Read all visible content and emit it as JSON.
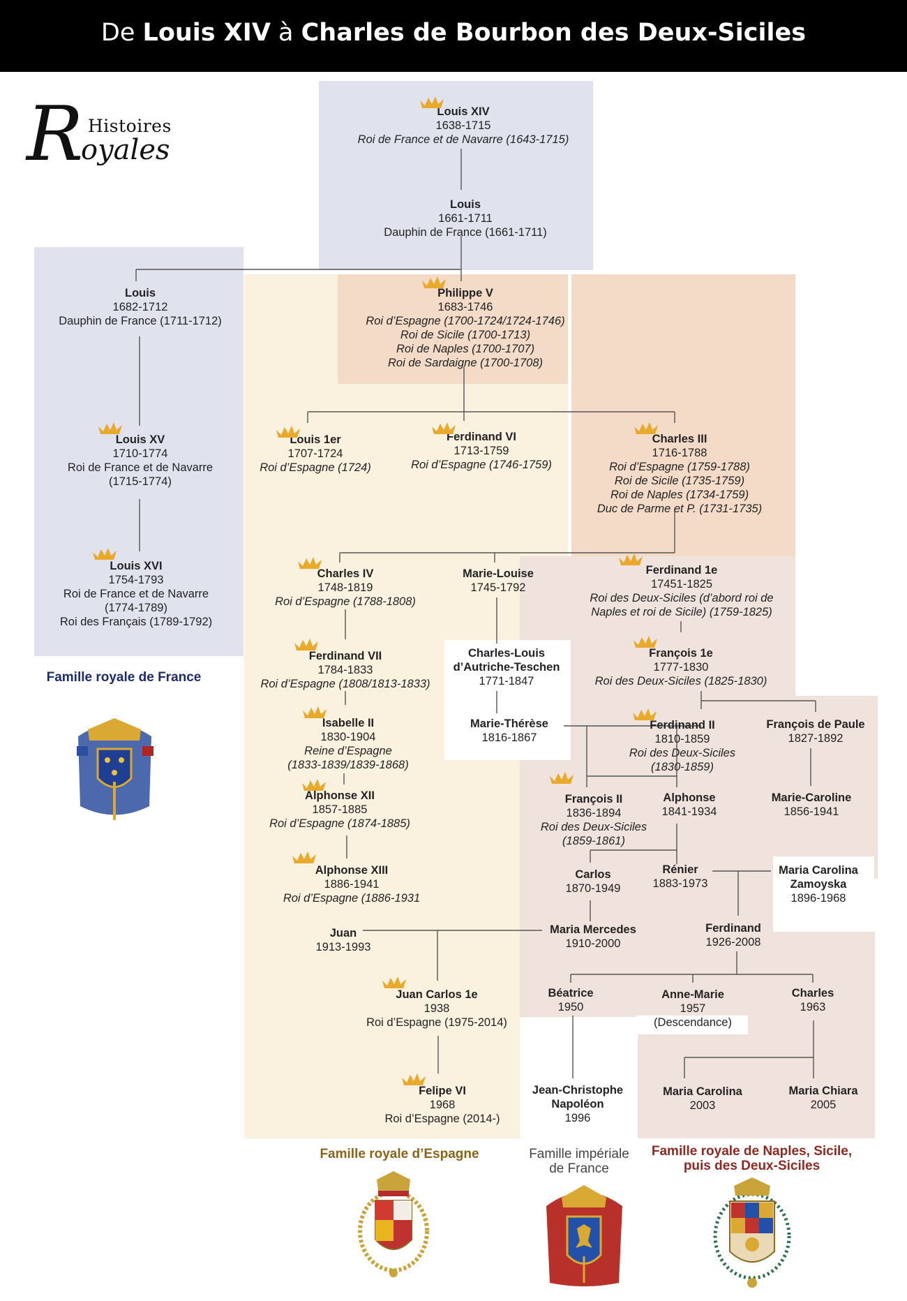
{
  "title": {
    "prefix": "De ",
    "first": "Louis XIV",
    "middle": " à ",
    "second": "Charles de Bourbon des Deux-Siciles"
  },
  "logo": {
    "initial": "R",
    "word1": "Histoires",
    "word2": "oyales"
  },
  "colors": {
    "france": "#e0e2ee",
    "spain": "#faf1df",
    "spain_crown": "#f3dbc8",
    "naples": "#f0e2dd",
    "crown": "#e9a92c",
    "line": "#555555"
  },
  "families": {
    "france": "Famille royale de France",
    "spain": "Famille royale d’Espagne",
    "imperial_1": "Famille impériale",
    "imperial_2": "de France",
    "naples_1": "Famille royale de Naples, Sicile,",
    "naples_2": "puis des Deux-Siciles"
  },
  "people": {
    "louis14": {
      "name": "Louis XIV",
      "dates": "1638-1715",
      "t1": "Roi de France et de Navarre (1643-1715)"
    },
    "louis_dauphin": {
      "name": "Louis",
      "dates": "1661-1711",
      "t1": "Dauphin de France (1661-1711)"
    },
    "louis_1682": {
      "name": "Louis",
      "dates": "1682-1712",
      "t1": "Dauphin de France (1711-1712)"
    },
    "louis15": {
      "name": "Louis XV",
      "dates": "1710-1774",
      "t1": "Roi de France et de Navarre",
      "t2": "(1715-1774)"
    },
    "louis16": {
      "name": "Louis XVI",
      "dates": "1754-1793",
      "t1": "Roi de France et de Navarre",
      "t2": "(1774-1789)",
      "t3": "Roi des Français (1789-1792)"
    },
    "philippe5": {
      "name": "Philippe V",
      "dates": "1683-1746",
      "t1": "Roi d’Espagne (1700-1724/1724-1746)",
      "t2": "Roi de Sicile (1700-1713)",
      "t3": "Roi de Naples (1700-1707)",
      "t4": "Roi de Sardaigne (1700-1708)"
    },
    "louis1er": {
      "name": "Louis 1er",
      "dates": "1707-1724",
      "t1": "Roi d’Espagne (1724)"
    },
    "ferdinand6": {
      "name": "Ferdinand VI",
      "dates": "1713-1759",
      "t1": "Roi d’Espagne (1746-1759)"
    },
    "charles3": {
      "name": "Charles III",
      "dates": "1716-1788",
      "t1": "Roi d’Espagne (1759-1788)",
      "t2": "Roi de Sicile (1735-1759)",
      "t3": "Roi de Naples (1734-1759)",
      "t4": "Duc de Parme et P. (1731-1735)"
    },
    "charles4": {
      "name": "Charles IV",
      "dates": "1748-1819",
      "t1": "Roi d’Espagne (1788-1808)"
    },
    "marie_louise": {
      "name": "Marie-Louise",
      "dates": "1745-1792"
    },
    "ferdinand1e": {
      "name": "Ferdinand 1e",
      "dates": "17451-1825",
      "t1": "Roi des Deux-Siciles (d’abord roi de",
      "t2": "Naples et roi de Sicile) (1759-1825)"
    },
    "ferdinand7": {
      "name": "Ferdinand VII",
      "dates": "1784-1833",
      "t1": "Roi d’Espagne (1808/1813-1833)"
    },
    "charles_louis": {
      "name": "Charles-Louis",
      "name2": "d’Autriche-Teschen",
      "dates": "1771-1847"
    },
    "francois1e": {
      "name": "François 1e",
      "dates": "1777-1830",
      "t1": "Roi des Deux-Siciles (1825-1830)"
    },
    "isabelle2": {
      "name": "Isabelle II",
      "dates": "1830-1904",
      "t1": "Reine d’Espagne",
      "t2": "(1833-1839/1839-1868)"
    },
    "marie_therese": {
      "name": "Marie-Thérèse",
      "dates": "1816-1867"
    },
    "ferdinand2": {
      "name": "Ferdinand II",
      "dates": "1810-1859",
      "t1": "Roi des Deux-Siciles",
      "t2": "(1830-1859)"
    },
    "francois_paule": {
      "name": "François de Paule",
      "dates": "1827-1892"
    },
    "alphonse12": {
      "name": "Alphonse XII",
      "dates": "1857-1885",
      "t1": "Roi d’Espagne (1874-1885)"
    },
    "francois2": {
      "name": "François II",
      "dates": "1836-1894",
      "t1": "Roi des Deux-Siciles",
      "t2": "(1859-1861)"
    },
    "alphonse": {
      "name": "Alphonse",
      "dates": "1841-1934"
    },
    "marie_caroline": {
      "name": "Marie-Caroline",
      "dates": "1856-1941"
    },
    "alphonse13": {
      "name": "Alphonse XIII",
      "dates": "1886-1941",
      "t1": "Roi d’Espagne (1886-1931"
    },
    "carlos": {
      "name": "Carlos",
      "dates": "1870-1949"
    },
    "renier": {
      "name": "Rénier",
      "dates": "1883-1973"
    },
    "maria_carolina_z": {
      "name": "Maria Carolina",
      "name2": "Zamoyska",
      "dates": "1896-1968"
    },
    "juan": {
      "name": "Juan",
      "dates": "1913-1993"
    },
    "maria_mercedes": {
      "name": "Maria Mercedes",
      "dates": "1910-2000"
    },
    "ferdinand_1926": {
      "name": "Ferdinand",
      "dates": "1926-2008"
    },
    "juan_carlos": {
      "name": "Juan Carlos 1e",
      "dates": "1938",
      "t1": "Roi d’Espagne (1975-2014)"
    },
    "beatrice": {
      "name": "Béatrice",
      "dates": "1950"
    },
    "anne_marie": {
      "name": "Anne-Marie",
      "dates": "1957",
      "t1": "(Descendance)"
    },
    "charles_1963": {
      "name": "Charles",
      "dates": "1963"
    },
    "felipe6": {
      "name": "Felipe VI",
      "dates": "1968",
      "t1": "Roi d’Espagne (2014-)"
    },
    "jean_christophe": {
      "name": "Jean-Christophe",
      "name2": "Napoléon",
      "dates": "1996"
    },
    "maria_carolina_2003": {
      "name": "Maria Carolina",
      "dates": "2003"
    },
    "maria_chiara": {
      "name": "Maria Chiara",
      "dates": "2005"
    }
  }
}
